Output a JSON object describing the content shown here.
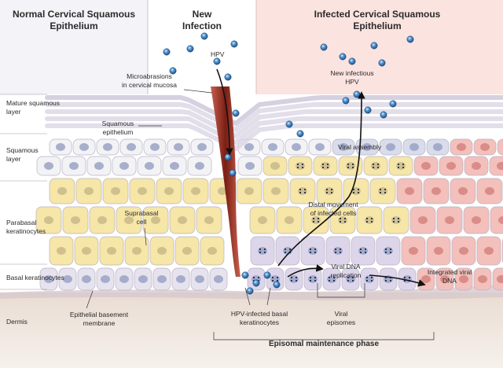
{
  "headers": {
    "normal": [
      "Normal Cervical Squamous",
      "Epithelium"
    ],
    "new_infection": [
      "New",
      "Infection"
    ],
    "infected": [
      "Infected Cervical Squamous",
      "Epithelium"
    ]
  },
  "layers": {
    "mature": [
      "Mature squamous",
      "layer"
    ],
    "squamous": [
      "Squamous",
      "layer"
    ],
    "parabasal": [
      "Parabasal",
      "keratinocytes"
    ],
    "basal": [
      "Basal keratinocytes"
    ],
    "dermis": [
      "Dermis"
    ]
  },
  "callouts": {
    "hpv": [
      "HPV"
    ],
    "microabrasions": [
      "Microabrasions",
      "in cervical mucosa"
    ],
    "squamous_epithelium": [
      "Squamous",
      "epithelium"
    ],
    "suprabasal": [
      "Suprabasal",
      "cell"
    ],
    "basement_membrane": [
      "Epithelial basement",
      "membrane"
    ],
    "new_infectious": [
      "New infectious",
      "HPV"
    ],
    "viral_assembly": [
      "Viral assembly"
    ],
    "distal_movement": [
      "Distal movement",
      "of infected cells"
    ],
    "viral_dna_replication": [
      "Viral DNA",
      "replication"
    ],
    "integrated_dna": [
      "Integrated viral",
      "DNA"
    ],
    "infected_basal": [
      "HPV-infected basal",
      "keratinocytes"
    ],
    "viral_episomes": [
      "Viral",
      "episomes"
    ]
  },
  "phase_label": "Episomal maintenance phase",
  "colors": {
    "normal_bg": "#f4f4f8",
    "infected_bg": "#fbe3e0",
    "cell_white": "#f3f3f6",
    "cell_yellow": "#f6e6a8",
    "cell_purple": "#ddd6ea",
    "cell_pink": "#f3c0bb",
    "nucleus": "#9aa2c4",
    "virion": "#2f78b5",
    "tear": "#8b2a1c",
    "dermis": "#efe7e0"
  }
}
